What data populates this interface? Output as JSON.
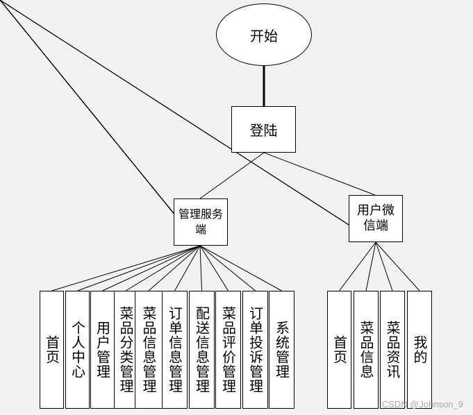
{
  "start": "开始",
  "login": "登陆",
  "admin": "管理服务端",
  "wechat": "用户微信端",
  "admin_modules": [
    "首页",
    "个人中心",
    "用户管理",
    "菜品分类管理",
    "菜品信息管理",
    "订单信息管理",
    "配送信息管理",
    "菜品评价管理",
    "订单投诉管理",
    "系统管理"
  ],
  "wechat_modules": [
    "首页",
    "菜品信息",
    "菜品资讯",
    "我的"
  ],
  "watermark": "CSDN @Johnson_9",
  "colors": {
    "background": "#f2f2f2",
    "box": "#ffffff",
    "line": "#000000"
  }
}
